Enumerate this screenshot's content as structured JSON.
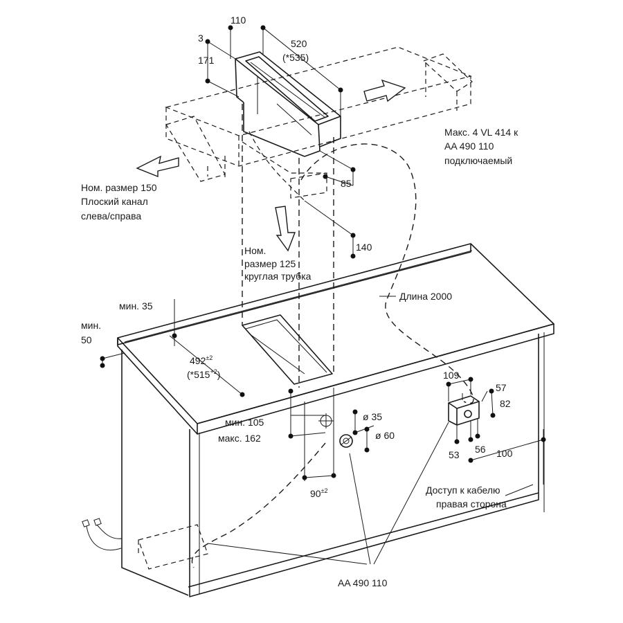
{
  "labels": {
    "dim_110": "110",
    "dim_3": "3",
    "dim_171": "171",
    "dim_520": "520",
    "dim_535": "(*535)",
    "dim_85": "85",
    "dim_140": "140",
    "max_vl_line1": "Макс. 4 VL 414 к",
    "max_vl_line2": "AA 490 110",
    "max_vl_line3": "подключаемый",
    "flat_duct_line1": "Ном. размер 150",
    "flat_duct_line2": "Плоский канал",
    "flat_duct_line3": "слева/справа",
    "round_pipe_line1": "Ном.",
    "round_pipe_line2": "размер 125",
    "round_pipe_line3": "круглая трубка",
    "length": "Длина 2000",
    "min35": "мин. 35",
    "min50_line1": "мин.",
    "min50_line2": "50",
    "dim_492": "492",
    "dim_492_tol": "±2",
    "dim_515": "(*515",
    "dim_515_tol": "+2",
    "dim_515_close": ")",
    "min105": "мин. 105",
    "max162": "макс. 162",
    "dia35": "ø 35",
    "dia60": "ø 60",
    "dim_90": "90",
    "dim_90_tol": "±2",
    "dim_109": "109",
    "dim_57": "57",
    "dim_82": "82",
    "dim_53": "53",
    "dim_56": "56",
    "dim_100": "100",
    "cable_access_line1": "Доступ к кабелю",
    "cable_access_line2": "правая сторона",
    "module": "AA 490 110"
  }
}
